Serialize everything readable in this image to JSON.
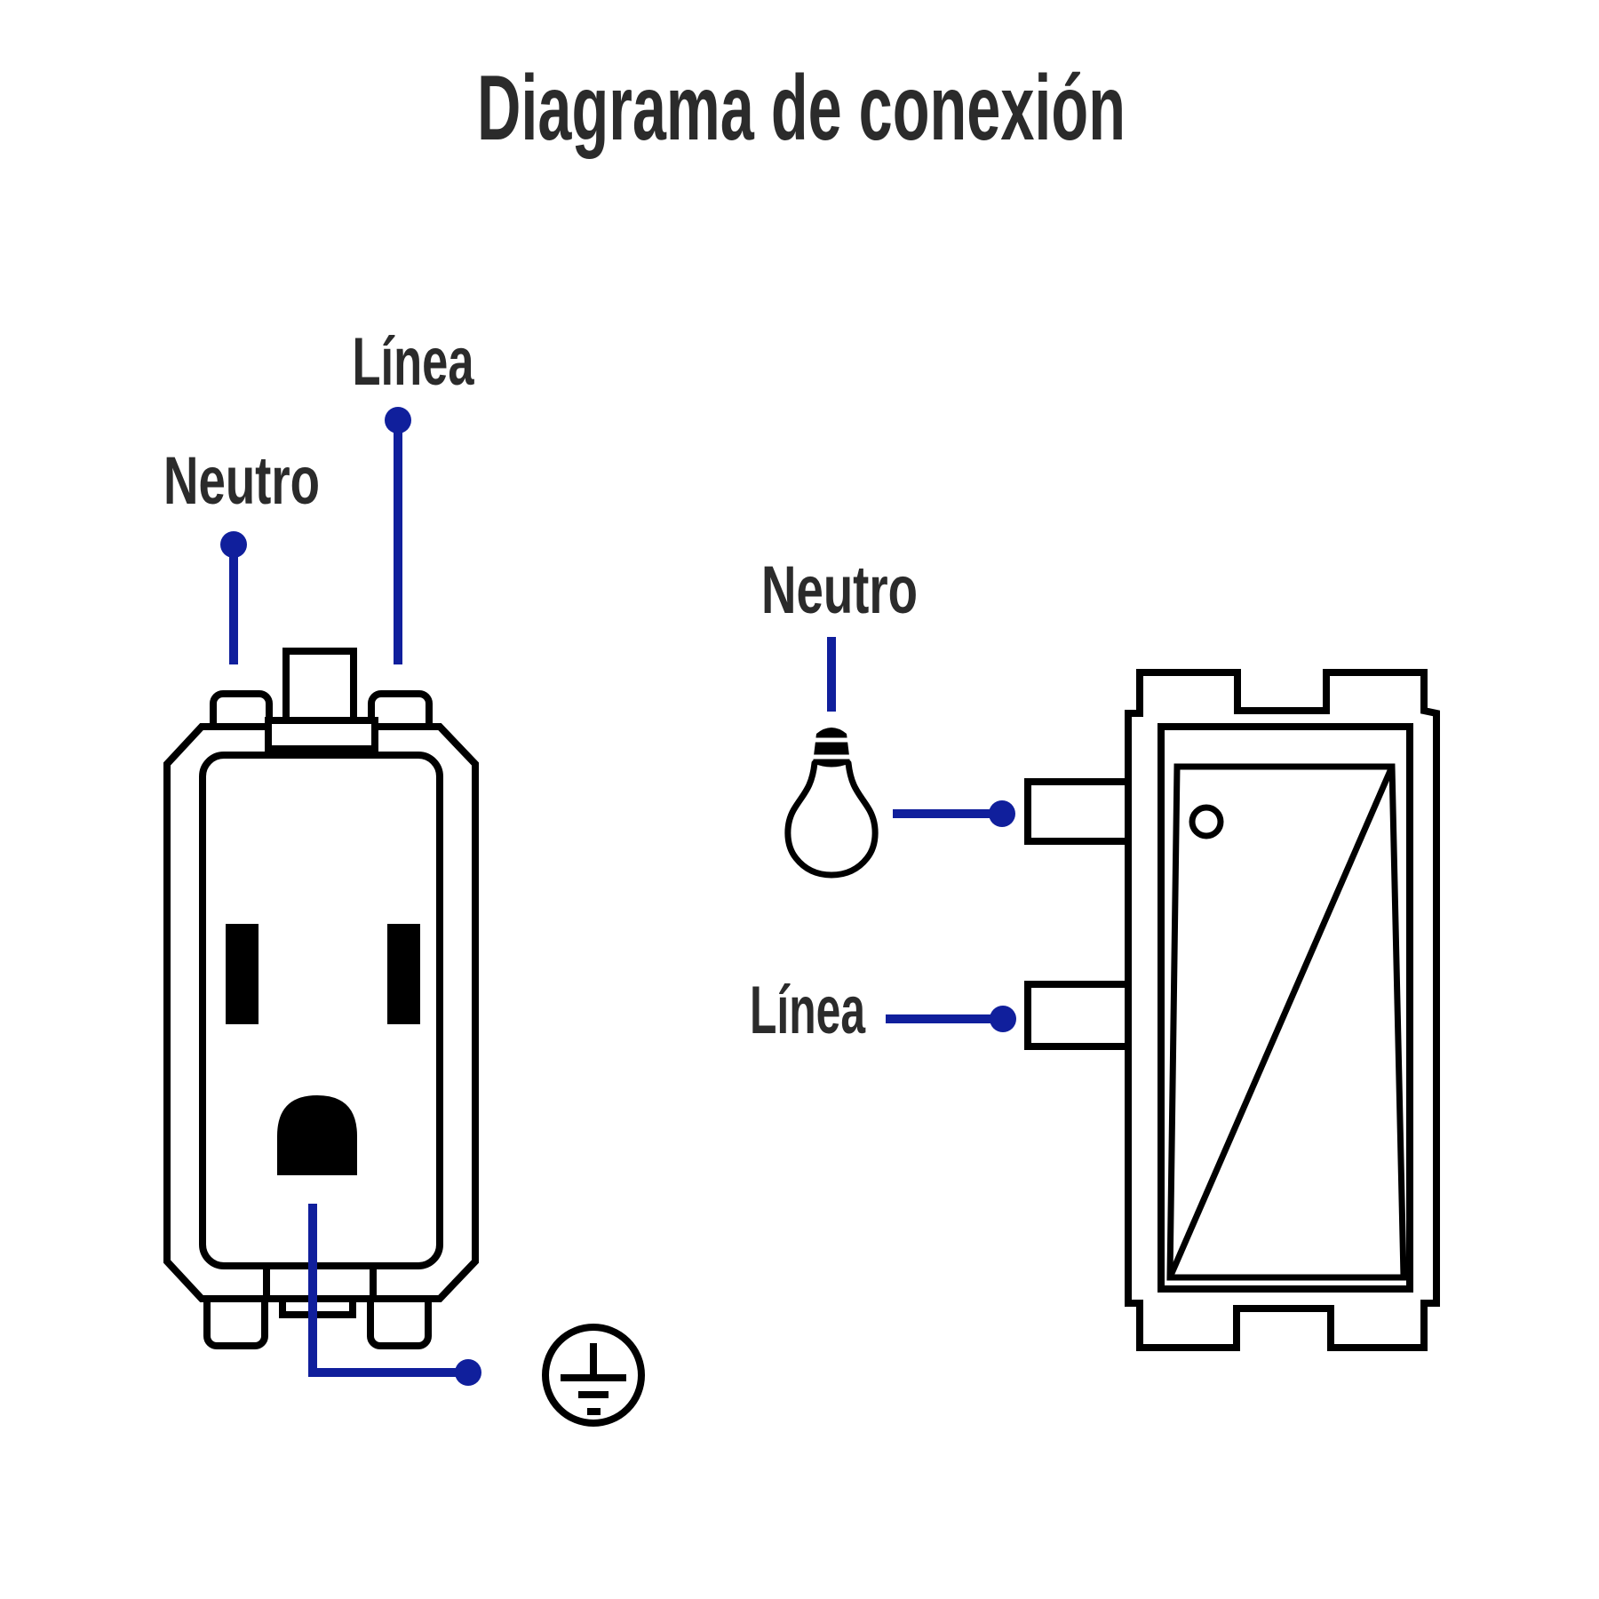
{
  "title": "Diagrama de conexión",
  "outlet_section": {
    "component": "outlet-front-view",
    "neutro_label": "Neutro",
    "linea_label": "Línea"
  },
  "switch_section": {
    "component": "switch-side-view",
    "neutro_label": "Neutro",
    "linea_label": "Línea"
  },
  "icons": {
    "ground": "protective-earth-ground-symbol",
    "bulb": "incandescent-light-bulb"
  },
  "colors": {
    "wire_blue": "#101f9c",
    "outline_black": "#000000",
    "label_text": "#2b2b2b",
    "background": "#ffffff"
  }
}
